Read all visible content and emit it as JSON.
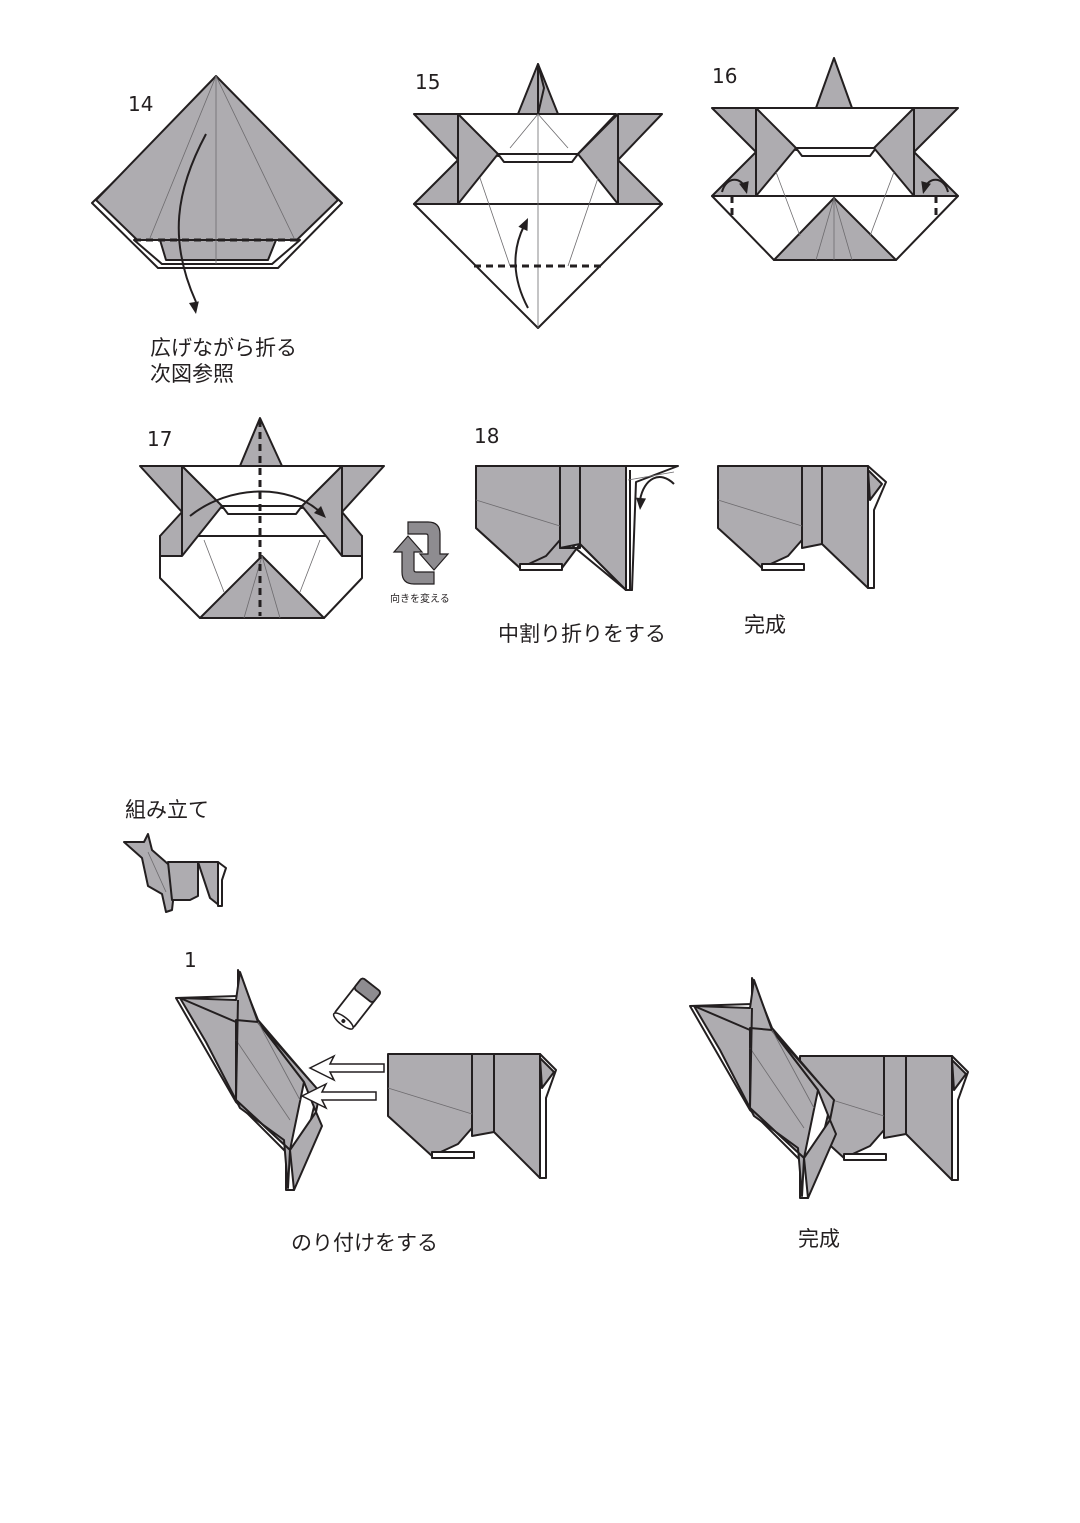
{
  "steps": {
    "s14": {
      "number": "14",
      "caption_line1": "広げながら折る",
      "caption_line2": "次図参照"
    },
    "s15": {
      "number": "15"
    },
    "s16": {
      "number": "16"
    },
    "s17": {
      "number": "17",
      "turn_caption": "向きを変える"
    },
    "s18": {
      "number": "18",
      "caption": "中割り折りをする"
    },
    "result1": {
      "caption": "完成"
    }
  },
  "assembly": {
    "title": "組み立て",
    "step1": {
      "number": "1",
      "caption": "のり付けをする"
    },
    "result": {
      "caption": "完成"
    }
  },
  "icons": [
    "curved-arrow-icon",
    "turn-over-icon",
    "glue-stick-icon",
    "push-arrow-icon"
  ],
  "colors": {
    "paper": "#aeacb0",
    "line": "#231f20",
    "background": "#ffffff"
  }
}
